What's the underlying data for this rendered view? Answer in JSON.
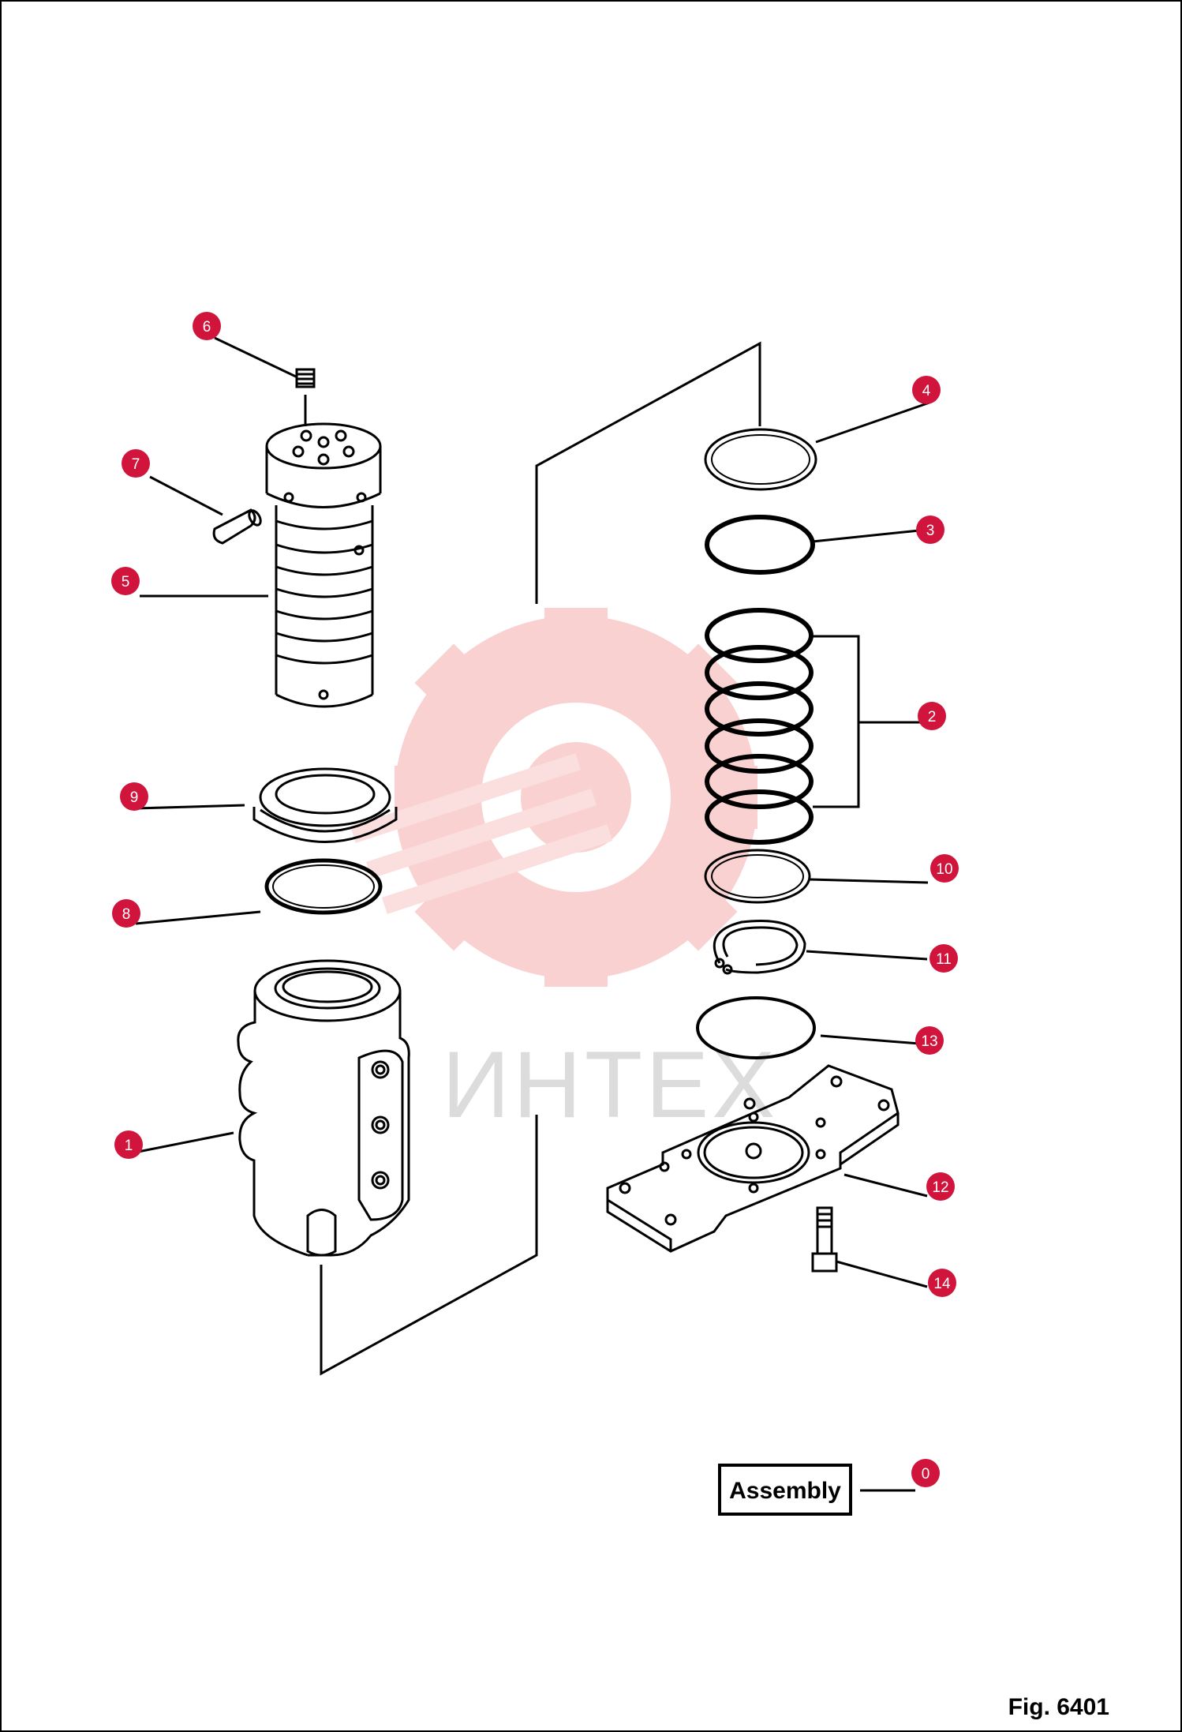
{
  "assembly_label": "Assembly",
  "figure_label": "Fig. 6401",
  "watermark_text": "ИНТЕХ",
  "colors": {
    "callout": "#d0143c",
    "line": "#000000",
    "watermark": "#f9caca"
  },
  "callouts": [
    {
      "id": "0",
      "label": "0"
    },
    {
      "id": "1",
      "label": "1"
    },
    {
      "id": "2",
      "label": "2"
    },
    {
      "id": "3",
      "label": "3"
    },
    {
      "id": "4",
      "label": "4"
    },
    {
      "id": "5",
      "label": "5"
    },
    {
      "id": "6",
      "label": "6"
    },
    {
      "id": "7",
      "label": "7"
    },
    {
      "id": "8",
      "label": "8"
    },
    {
      "id": "9",
      "label": "9"
    },
    {
      "id": "10",
      "label": "10"
    },
    {
      "id": "11",
      "label": "11"
    },
    {
      "id": "12",
      "label": "12"
    },
    {
      "id": "13",
      "label": "13"
    },
    {
      "id": "14",
      "label": "14"
    }
  ]
}
